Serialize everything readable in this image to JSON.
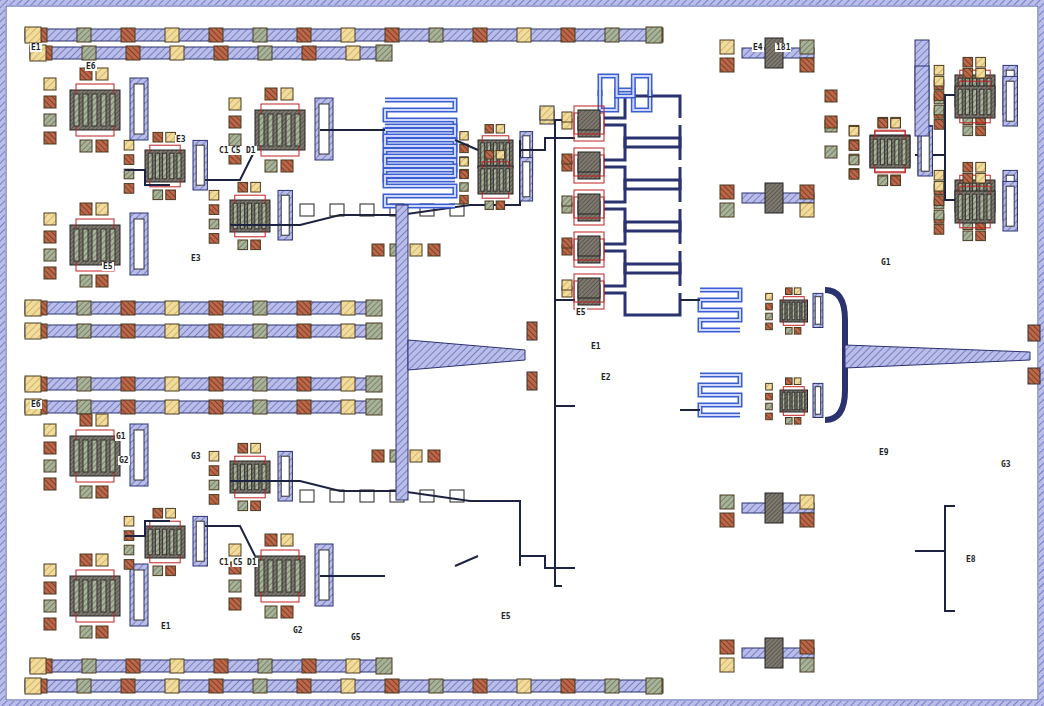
{
  "diagram": {
    "labels": [
      "E1",
      "E6",
      "E3",
      "C1",
      "C5",
      "D1",
      "E5",
      "E3",
      "E5",
      "E4",
      "181",
      "E1",
      "E2",
      "E6",
      "G1",
      "G2",
      "G3",
      "C1",
      "C5",
      "D1",
      "G2",
      "G5",
      "E1",
      "E5",
      "G1",
      "E9",
      "E8",
      "G3"
    ]
  }
}
